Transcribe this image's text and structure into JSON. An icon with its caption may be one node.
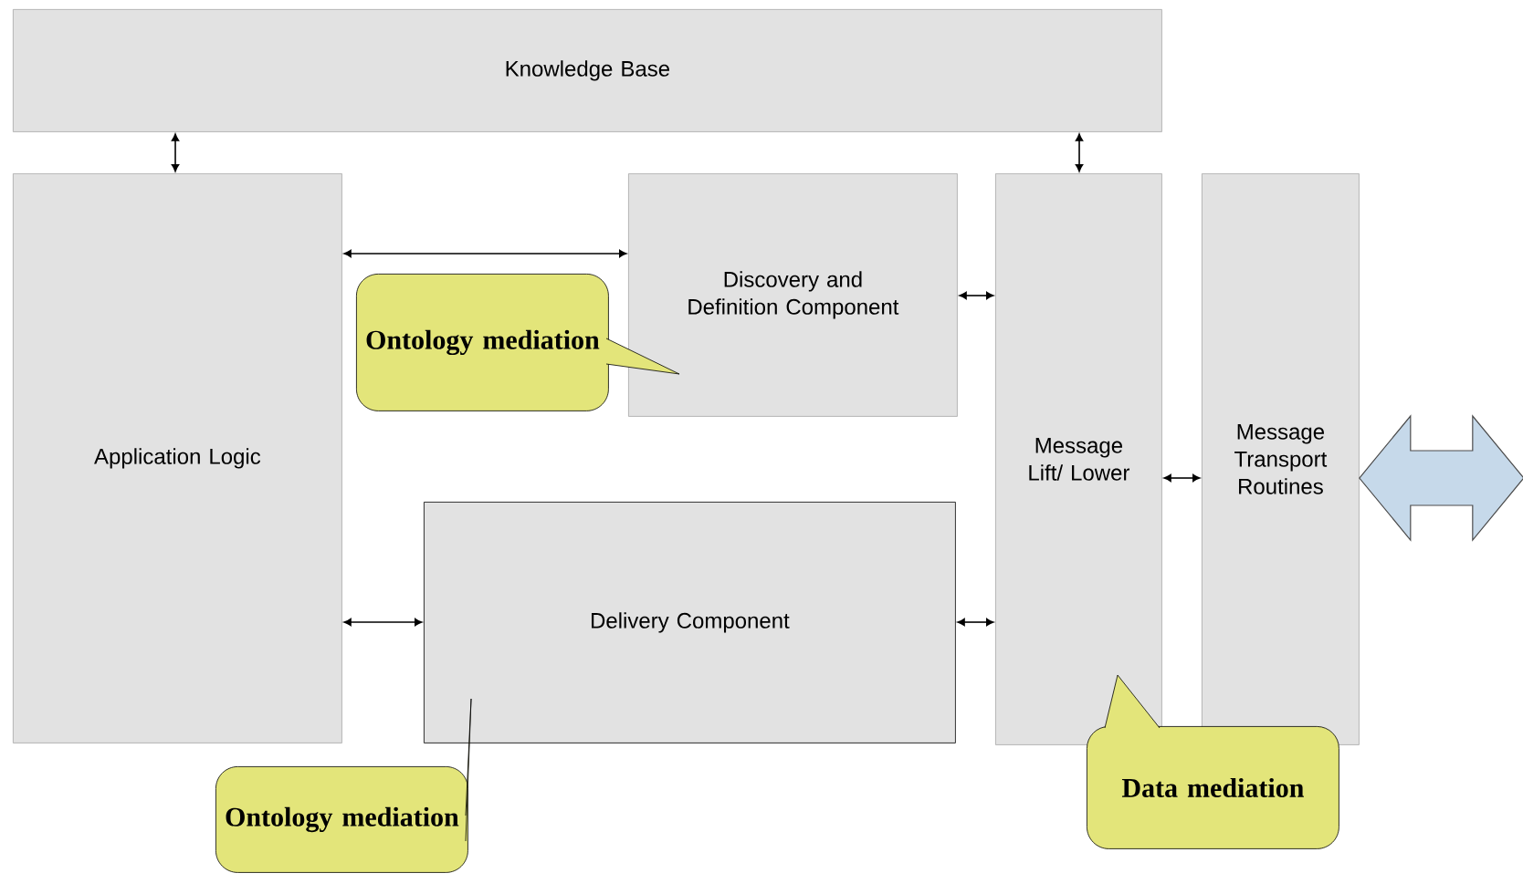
{
  "diagram": {
    "nodes": [
      {
        "text": [
          "Knowledge Base"
        ]
      },
      {
        "text": [
          "Application Logic"
        ]
      },
      {
        "text": [
          "Discovery and Definition Component"
        ]
      },
      {
        "text": [
          "Delivery Component"
        ]
      },
      {
        "text": [
          "Message Lift/ Lower"
        ]
      },
      {
        "text": [
          "Message Transport Routines"
        ]
      },
      {
        "text": [
          "Ontology mediation"
        ]
      },
      {
        "text": [
          "Ontology mediation"
        ]
      },
      {
        "text": [
          "Data mediation"
        ]
      }
    ],
    "edges": [
      {
        "from": 0,
        "to": 1,
        "arrow": "both"
      },
      {
        "from": 0,
        "to": 4,
        "arrow": "both"
      },
      {
        "from": 1,
        "to": 2,
        "arrow": "both"
      },
      {
        "from": 1,
        "to": 3,
        "arrow": "both"
      },
      {
        "from": 2,
        "to": 4,
        "arrow": "both"
      },
      {
        "from": 3,
        "to": 4,
        "arrow": "both"
      },
      {
        "from": 4,
        "to": 5,
        "arrow": "both"
      },
      {
        "from": 5,
        "to": null,
        "arrow": "both",
        "style": "thick",
        "color": "#c6d9ea"
      }
    ]
  }
}
